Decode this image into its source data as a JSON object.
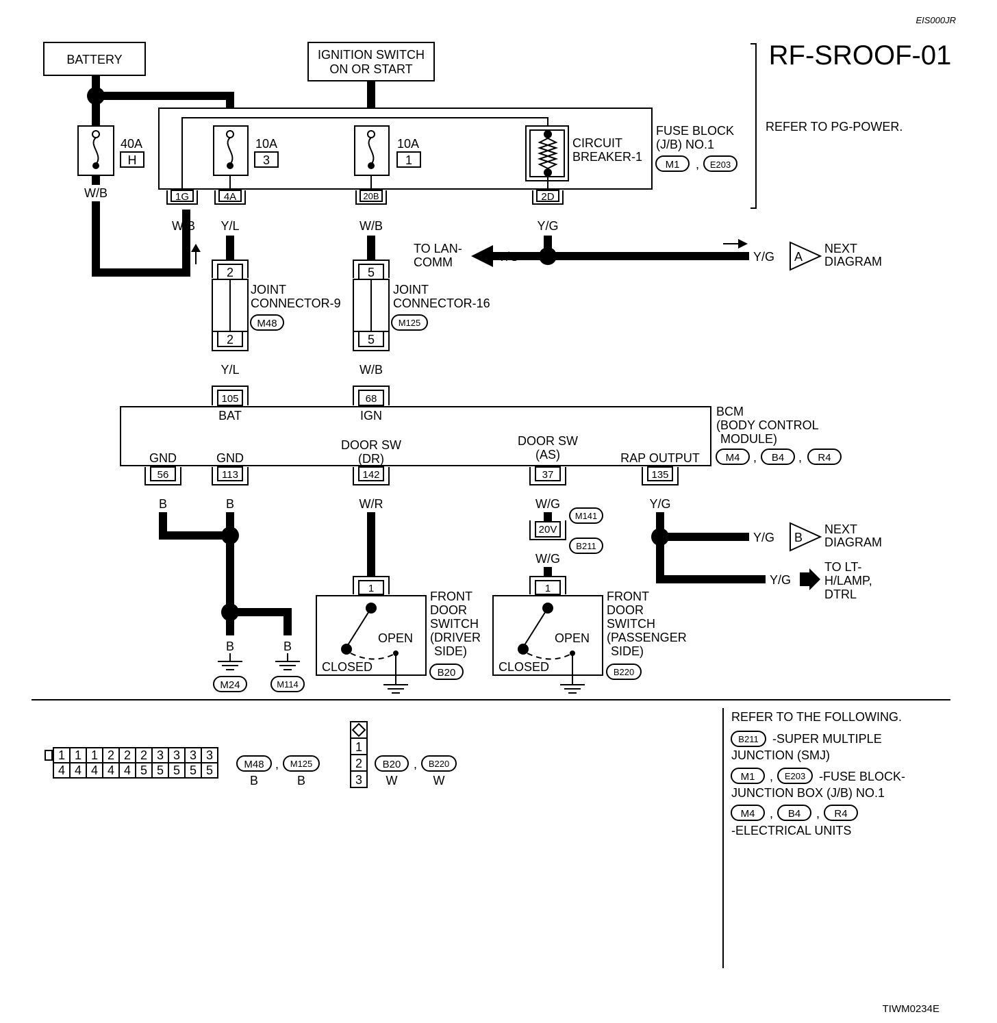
{
  "header": {
    "doc_code": "EIS000JR",
    "page_title": "RF-SROOF-01",
    "footer_code": "TIWM0234E"
  },
  "power": {
    "battery": "BATTERY",
    "ignition_line1": "IGNITION SWITCH",
    "ignition_line2": "ON OR START",
    "refer_pg": "REFER TO PG-POWER."
  },
  "fuse_block": {
    "name_line1": "FUSE BLOCK",
    "name_line2": "(J/B) NO.1",
    "conn_a": "M1",
    "conn_b": "E203",
    "fuse40_amp": "40A",
    "fuse40_id": "H",
    "fuse3_amp": "10A",
    "fuse3_id": "3",
    "fuse1_amp": "10A",
    "fuse1_id": "1",
    "cb_line1": "CIRCUIT",
    "cb_line2": "BREAKER-1",
    "term_1g": "1G",
    "term_4a": "4A",
    "term_20b": "20B",
    "term_2d": "2D"
  },
  "wires": {
    "wb": "W/B",
    "yl": "Y/L",
    "yg": "Y/G",
    "wr": "W/R",
    "wg": "W/G",
    "b": "B"
  },
  "joints": {
    "j9_line1": "JOINT",
    "j9_line2": "CONNECTOR-9",
    "j9_conn": "M48",
    "j9_pin": "2",
    "j16_line1": "JOINT",
    "j16_line2": "CONNECTOR-16",
    "j16_conn": "M125",
    "j16_pin": "5"
  },
  "offpage": {
    "lan_line1": "TO LAN-",
    "lan_line2": "COMM",
    "next_line1": "NEXT",
    "next_line2": "DIAGRAM",
    "ref_a": "A",
    "ref_b": "B",
    "lt_line1": "TO LT-",
    "lt_line2": "H/LAMP,",
    "lt_line3": "DTRL"
  },
  "bcm": {
    "name_line1": "BCM",
    "name_line2": "(BODY CONTROL",
    "name_line3": "MODULE)",
    "conn_a": "M4",
    "conn_b": "B4",
    "conn_c": "R4",
    "pin_bat_no": "105",
    "pin_bat": "BAT",
    "pin_ign_no": "68",
    "pin_ign": "IGN",
    "gnd": "GND",
    "pin_gnd1_no": "56",
    "pin_gnd2_no": "113",
    "door_sw": "DOOR SW",
    "dr": "(DR)",
    "as": "(AS)",
    "pin_dr_no": "142",
    "pin_as_no": "37",
    "rap": "RAP OUTPUT",
    "pin_rap_no": "135"
  },
  "smj": {
    "conn_top": "M141",
    "pin": "20V",
    "conn_bottom": "B211"
  },
  "grounds": {
    "g1": "M24",
    "g2": "M114"
  },
  "switches": {
    "title1": "FRONT",
    "title2": "DOOR",
    "title3": "SWITCH",
    "driver_line1": "(DRIVER",
    "driver_line2": "SIDE)",
    "pass_line1": "(PASSENGER",
    "pass_line2": "SIDE)",
    "open": "OPEN",
    "closed": "CLOSED",
    "pin": "1",
    "driver_conn": "B20",
    "pass_conn": "B220"
  },
  "connectors": {
    "grid_row1": [
      "1",
      "1",
      "1",
      "2",
      "2",
      "2",
      "3",
      "3",
      "3",
      "3"
    ],
    "grid_row2": [
      "4",
      "4",
      "4",
      "4",
      "4",
      "5",
      "5",
      "5",
      "5",
      "5"
    ],
    "c1": "M48",
    "c2": "M125",
    "c1_color": "B",
    "c2_color": "B",
    "col_pins": [
      "1",
      "2",
      "3"
    ],
    "c3": "B20",
    "c4": "B220",
    "c3_color": "W",
    "c4_color": "W"
  },
  "refer": {
    "heading": "REFER TO THE FOLLOWING.",
    "smj_conn": "B211",
    "smj_line1": "-SUPER MULTIPLE",
    "smj_line2": "JUNCTION (SMJ)",
    "fb_conn_a": "M1",
    "fb_conn_b": "E203",
    "fb_line1": "-FUSE BLOCK-",
    "fb_line2": "JUNCTION BOX (J/B) NO.1",
    "eu_conn_a": "M4",
    "eu_conn_b": "B4",
    "eu_conn_c": "R4",
    "eu_line": "-ELECTRICAL UNITS"
  }
}
